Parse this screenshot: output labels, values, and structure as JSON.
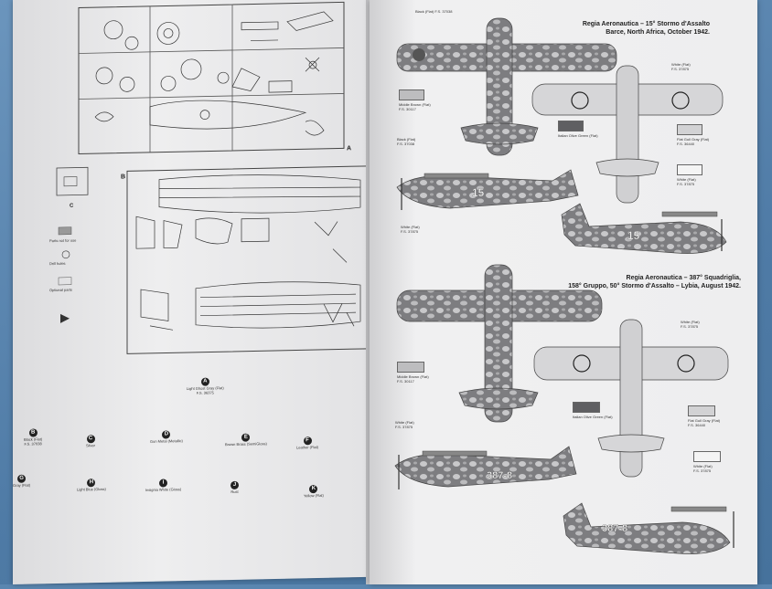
{
  "right_page": {
    "scheme1_title_line1": "Regia Aeronautica – 15° Stormo d'Assalto",
    "scheme1_title_line2": "Barce, North Africa, October 1942.",
    "scheme2_title_line1": "Regia Aeronautica – 387° Squadriglia,",
    "scheme2_title_line2": "158° Gruppo, 50° Stormo d'Assalto – Lybia, August 1942.",
    "fuselage_code_1": "15",
    "fuselage_code_2": "387-8",
    "labels": {
      "black": "Black (Flat)",
      "black_fs": "F.S. 37038",
      "white": "White (Flat)",
      "white_fs": "F.S. 37875",
      "middle_brown": "Middle Brown (Flat)",
      "middle_brown_fs": "F.S. 30117",
      "italian_olive_green": "Italian Olive Green (Flat)",
      "flat_gull_gray": "Flat Gull Gray (Flat)",
      "flat_gull_gray_fs": "F.S. 36440"
    }
  },
  "left_page": {
    "sprue_a_label": "A",
    "sprue_b_label": "B",
    "sprue_c_label": "C",
    "key_text_1": "Parts not for use",
    "key_text_2": "Drill holes",
    "key_text_3": "Optional parts",
    "intro_text": "Light Ghost Gray (Flat)"
  },
  "paint_key": [
    {
      "letter": "A",
      "name": "Light Ghost Gray (Flat)",
      "code": "F.S. 36375"
    },
    {
      "letter": "B",
      "name": "Black (Flat)",
      "code": "F.S. 37038"
    },
    {
      "letter": "C",
      "name": "Silver",
      "code": ""
    },
    {
      "letter": "D",
      "name": "Gun Metal (Metallic)",
      "code": ""
    },
    {
      "letter": "E",
      "name": "Brown Brass (SemiGloss)",
      "code": ""
    },
    {
      "letter": "F",
      "name": "Leather (Flat)",
      "code": ""
    },
    {
      "letter": "G",
      "name": "Gray (Flat)",
      "code": ""
    },
    {
      "letter": "H",
      "name": "Light Blue (Gloss)",
      "code": ""
    },
    {
      "letter": "I",
      "name": "Insignia White (Gloss)",
      "code": ""
    },
    {
      "letter": "J",
      "name": "Rust",
      "code": ""
    },
    {
      "letter": "K",
      "name": "Yellow (Flat)",
      "code": ""
    }
  ]
}
